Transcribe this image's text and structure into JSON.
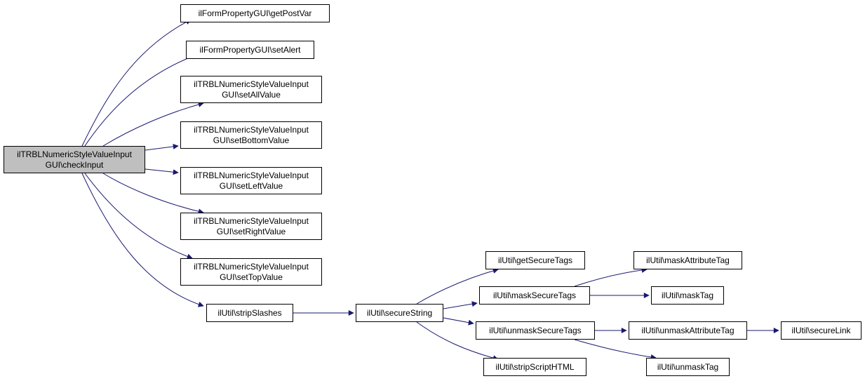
{
  "colors": {
    "edge": "#191970",
    "root_fill": "#bfbfbf",
    "node_fill": "#ffffff",
    "border": "#000000"
  },
  "nodes": {
    "root": {
      "line1": "ilTRBLNumericStyleValueInput",
      "line2": "GUI\\checkInput"
    },
    "getPostVar": {
      "line1": "ilFormPropertyGUI\\getPostVar"
    },
    "setAlert": {
      "line1": "ilFormPropertyGUI\\setAlert"
    },
    "setAllValue": {
      "line1": "ilTRBLNumericStyleValueInput",
      "line2": "GUI\\setAllValue"
    },
    "setBottomValue": {
      "line1": "ilTRBLNumericStyleValueInput",
      "line2": "GUI\\setBottomValue"
    },
    "setLeftValue": {
      "line1": "ilTRBLNumericStyleValueInput",
      "line2": "GUI\\setLeftValue"
    },
    "setRightValue": {
      "line1": "ilTRBLNumericStyleValueInput",
      "line2": "GUI\\setRightValue"
    },
    "setTopValue": {
      "line1": "ilTRBLNumericStyleValueInput",
      "line2": "GUI\\setTopValue"
    },
    "stripSlashes": {
      "line1": "ilUtil\\stripSlashes"
    },
    "secureString": {
      "line1": "ilUtil\\secureString"
    },
    "getSecureTags": {
      "line1": "ilUtil\\getSecureTags"
    },
    "maskSecureTags": {
      "line1": "ilUtil\\maskSecureTags"
    },
    "unmaskSecureTags": {
      "line1": "ilUtil\\unmaskSecureTags"
    },
    "stripScriptHTML": {
      "line1": "ilUtil\\stripScriptHTML"
    },
    "maskAttributeTag": {
      "line1": "ilUtil\\maskAttributeTag"
    },
    "maskTag": {
      "line1": "ilUtil\\maskTag"
    },
    "unmaskAttributeTag": {
      "line1": "ilUtil\\unmaskAttributeTag"
    },
    "unmaskTag": {
      "line1": "ilUtil\\unmaskTag"
    },
    "secureLink": {
      "line1": "ilUtil\\secureLink"
    }
  },
  "edges": [
    {
      "from": "root",
      "to": "getPostVar"
    },
    {
      "from": "root",
      "to": "setAlert"
    },
    {
      "from": "root",
      "to": "setAllValue"
    },
    {
      "from": "root",
      "to": "setBottomValue"
    },
    {
      "from": "root",
      "to": "setLeftValue"
    },
    {
      "from": "root",
      "to": "setRightValue"
    },
    {
      "from": "root",
      "to": "setTopValue"
    },
    {
      "from": "root",
      "to": "stripSlashes"
    },
    {
      "from": "stripSlashes",
      "to": "secureString"
    },
    {
      "from": "secureString",
      "to": "getSecureTags"
    },
    {
      "from": "secureString",
      "to": "maskSecureTags"
    },
    {
      "from": "secureString",
      "to": "unmaskSecureTags"
    },
    {
      "from": "secureString",
      "to": "stripScriptHTML"
    },
    {
      "from": "maskSecureTags",
      "to": "maskAttributeTag"
    },
    {
      "from": "maskSecureTags",
      "to": "maskTag"
    },
    {
      "from": "unmaskSecureTags",
      "to": "unmaskAttributeTag"
    },
    {
      "from": "unmaskSecureTags",
      "to": "unmaskTag"
    },
    {
      "from": "unmaskAttributeTag",
      "to": "secureLink"
    }
  ]
}
